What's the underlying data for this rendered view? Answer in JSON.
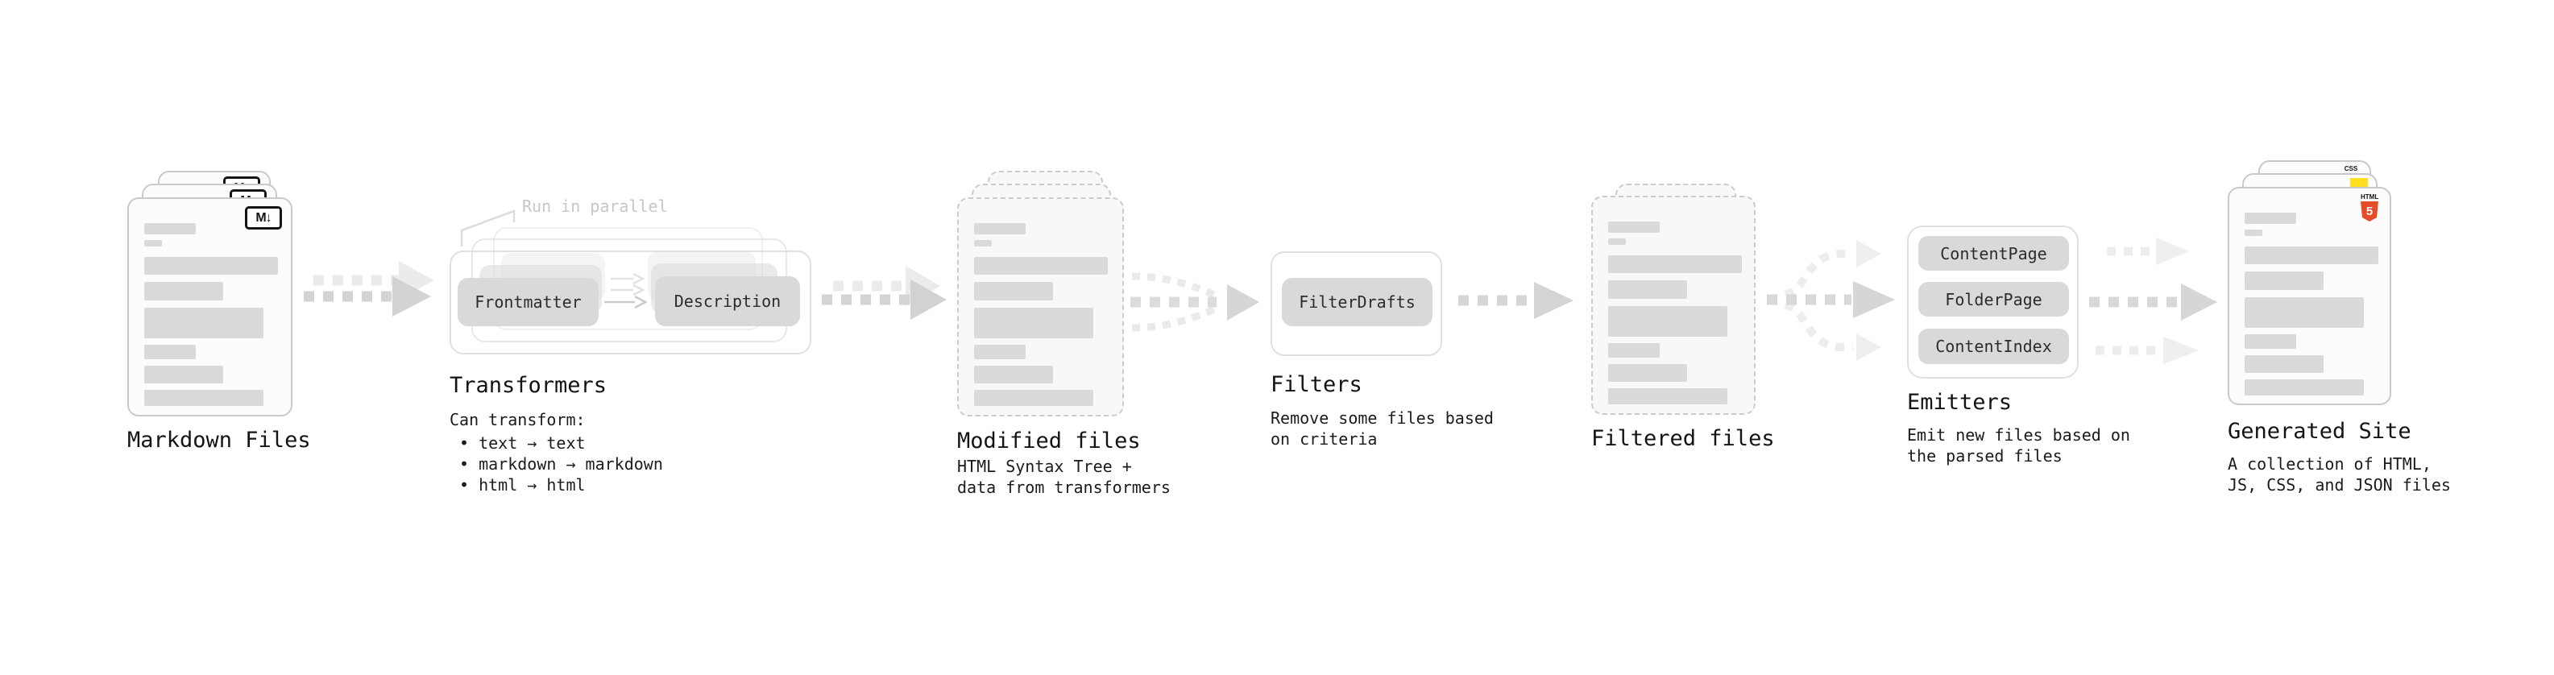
{
  "diagram": {
    "stages": {
      "markdown": {
        "label": "Markdown Files",
        "badge": "M↓"
      },
      "transformers": {
        "label": "Transformers",
        "annotation": "Run in parallel",
        "pill_frontmatter": "Frontmatter",
        "pill_description": "Description",
        "caption_intro": "Can transform:",
        "bullet_text": "• text → text",
        "bullet_markdown": "• markdown → markdown",
        "bullet_html": "• html → html"
      },
      "modified": {
        "label": "Modified files",
        "caption": "HTML Syntax Tree +\ndata from transformers"
      },
      "filters": {
        "label": "Filters",
        "pill": "FilterDrafts",
        "caption": "Remove some files based\non criteria"
      },
      "filtered": {
        "label": "Filtered files"
      },
      "emitters": {
        "label": "Emitters",
        "pill_contentpage": "ContentPage",
        "pill_folderpage": "FolderPage",
        "pill_contentindex": "ContentIndex",
        "caption": "Emit new files based on\nthe parsed files"
      },
      "generated": {
        "label": "Generated Site",
        "caption": "A collection of HTML,\nJS, CSS, and JSON files",
        "badge_css": "CSS",
        "badge_html": "HTML",
        "badge_html5_number": "5"
      }
    },
    "colors": {
      "css_blue": "#2965f1",
      "js_yellow": "#ffdf1e",
      "html_orange": "#e44d26",
      "skeleton_gray": "#d9d9d9"
    }
  }
}
